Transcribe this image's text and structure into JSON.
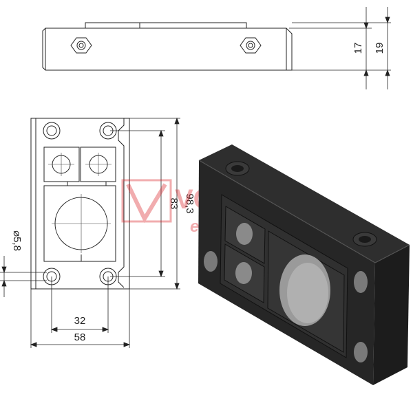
{
  "dimensions": {
    "height_17": "17",
    "height_19": "19",
    "length_83": "83",
    "length_98_3": "98,3",
    "hole_diameter": "⌀5,8",
    "width_32": "32",
    "width_58": "58"
  },
  "watermark": {
    "brand": "VOGEL",
    "sub": "electric"
  },
  "colors": {
    "line": "#222222",
    "body_dark": "#2a2a2a",
    "body_mid": "#3c3c3c",
    "body_light": "#555555",
    "watermark_red": "#d9141b"
  }
}
